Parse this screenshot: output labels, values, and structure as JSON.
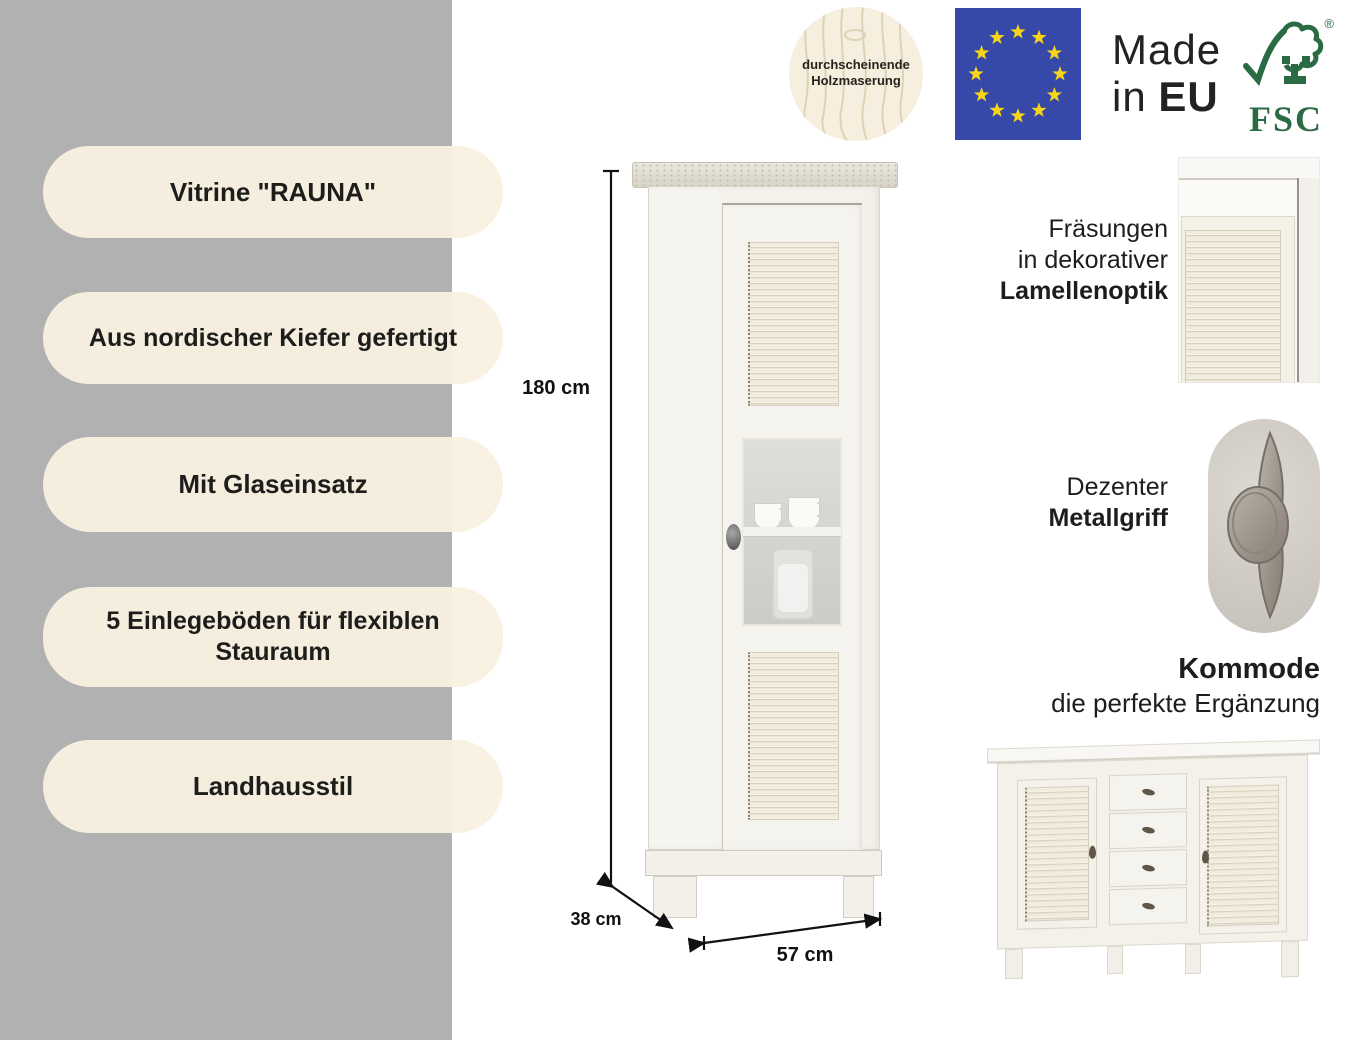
{
  "pills": [
    {
      "label": "Vitrine \"RAUNA\""
    },
    {
      "label": "Aus nordischer Kiefer gefertigt"
    },
    {
      "label": "Mit Glaseinsatz"
    },
    {
      "label": "5 Einlegeböden für flexiblen Stauraum"
    },
    {
      "label": "Landhausstil"
    }
  ],
  "wood_badge": {
    "line1": "durchscheinende",
    "line2": "Holzmaserung"
  },
  "made_in_eu": {
    "word1": "Made",
    "word2": "in",
    "word3": "EU"
  },
  "fsc": {
    "name": "FSC",
    "registered": "®"
  },
  "dimensions": {
    "height_label": "180 cm",
    "depth_label": "38 cm",
    "width_label": "57 cm"
  },
  "detail_lamella": {
    "line1": "Fräsungen",
    "line2": "in dekorativer",
    "line3_bold": "Lamellenoptik"
  },
  "detail_handle": {
    "line1": "Dezenter",
    "line2_bold": "Metallgriff"
  },
  "detail_kommode": {
    "line1_bold": "Kommode",
    "line2": "die perfekte Ergänzung"
  },
  "icons": {
    "wood_badge": "wood-grain-circle-icon",
    "eu_flag": "eu-flag-icon",
    "fsc_tree": "fsc-tree-checkmark-icon",
    "metal_handle": "metal-handle-icon",
    "dimension_arrows": "measurement-arrow-icons"
  },
  "colors": {
    "panel_gray": "#b1b1b1",
    "pill_cream": "#f9f0e0",
    "eu_blue": "#3648a8",
    "eu_star_yellow": "#f8d517",
    "fsc_green": "#2a6b44",
    "text_dark": "#1d1d1b",
    "cabinet_white": "#f4f2ec"
  }
}
